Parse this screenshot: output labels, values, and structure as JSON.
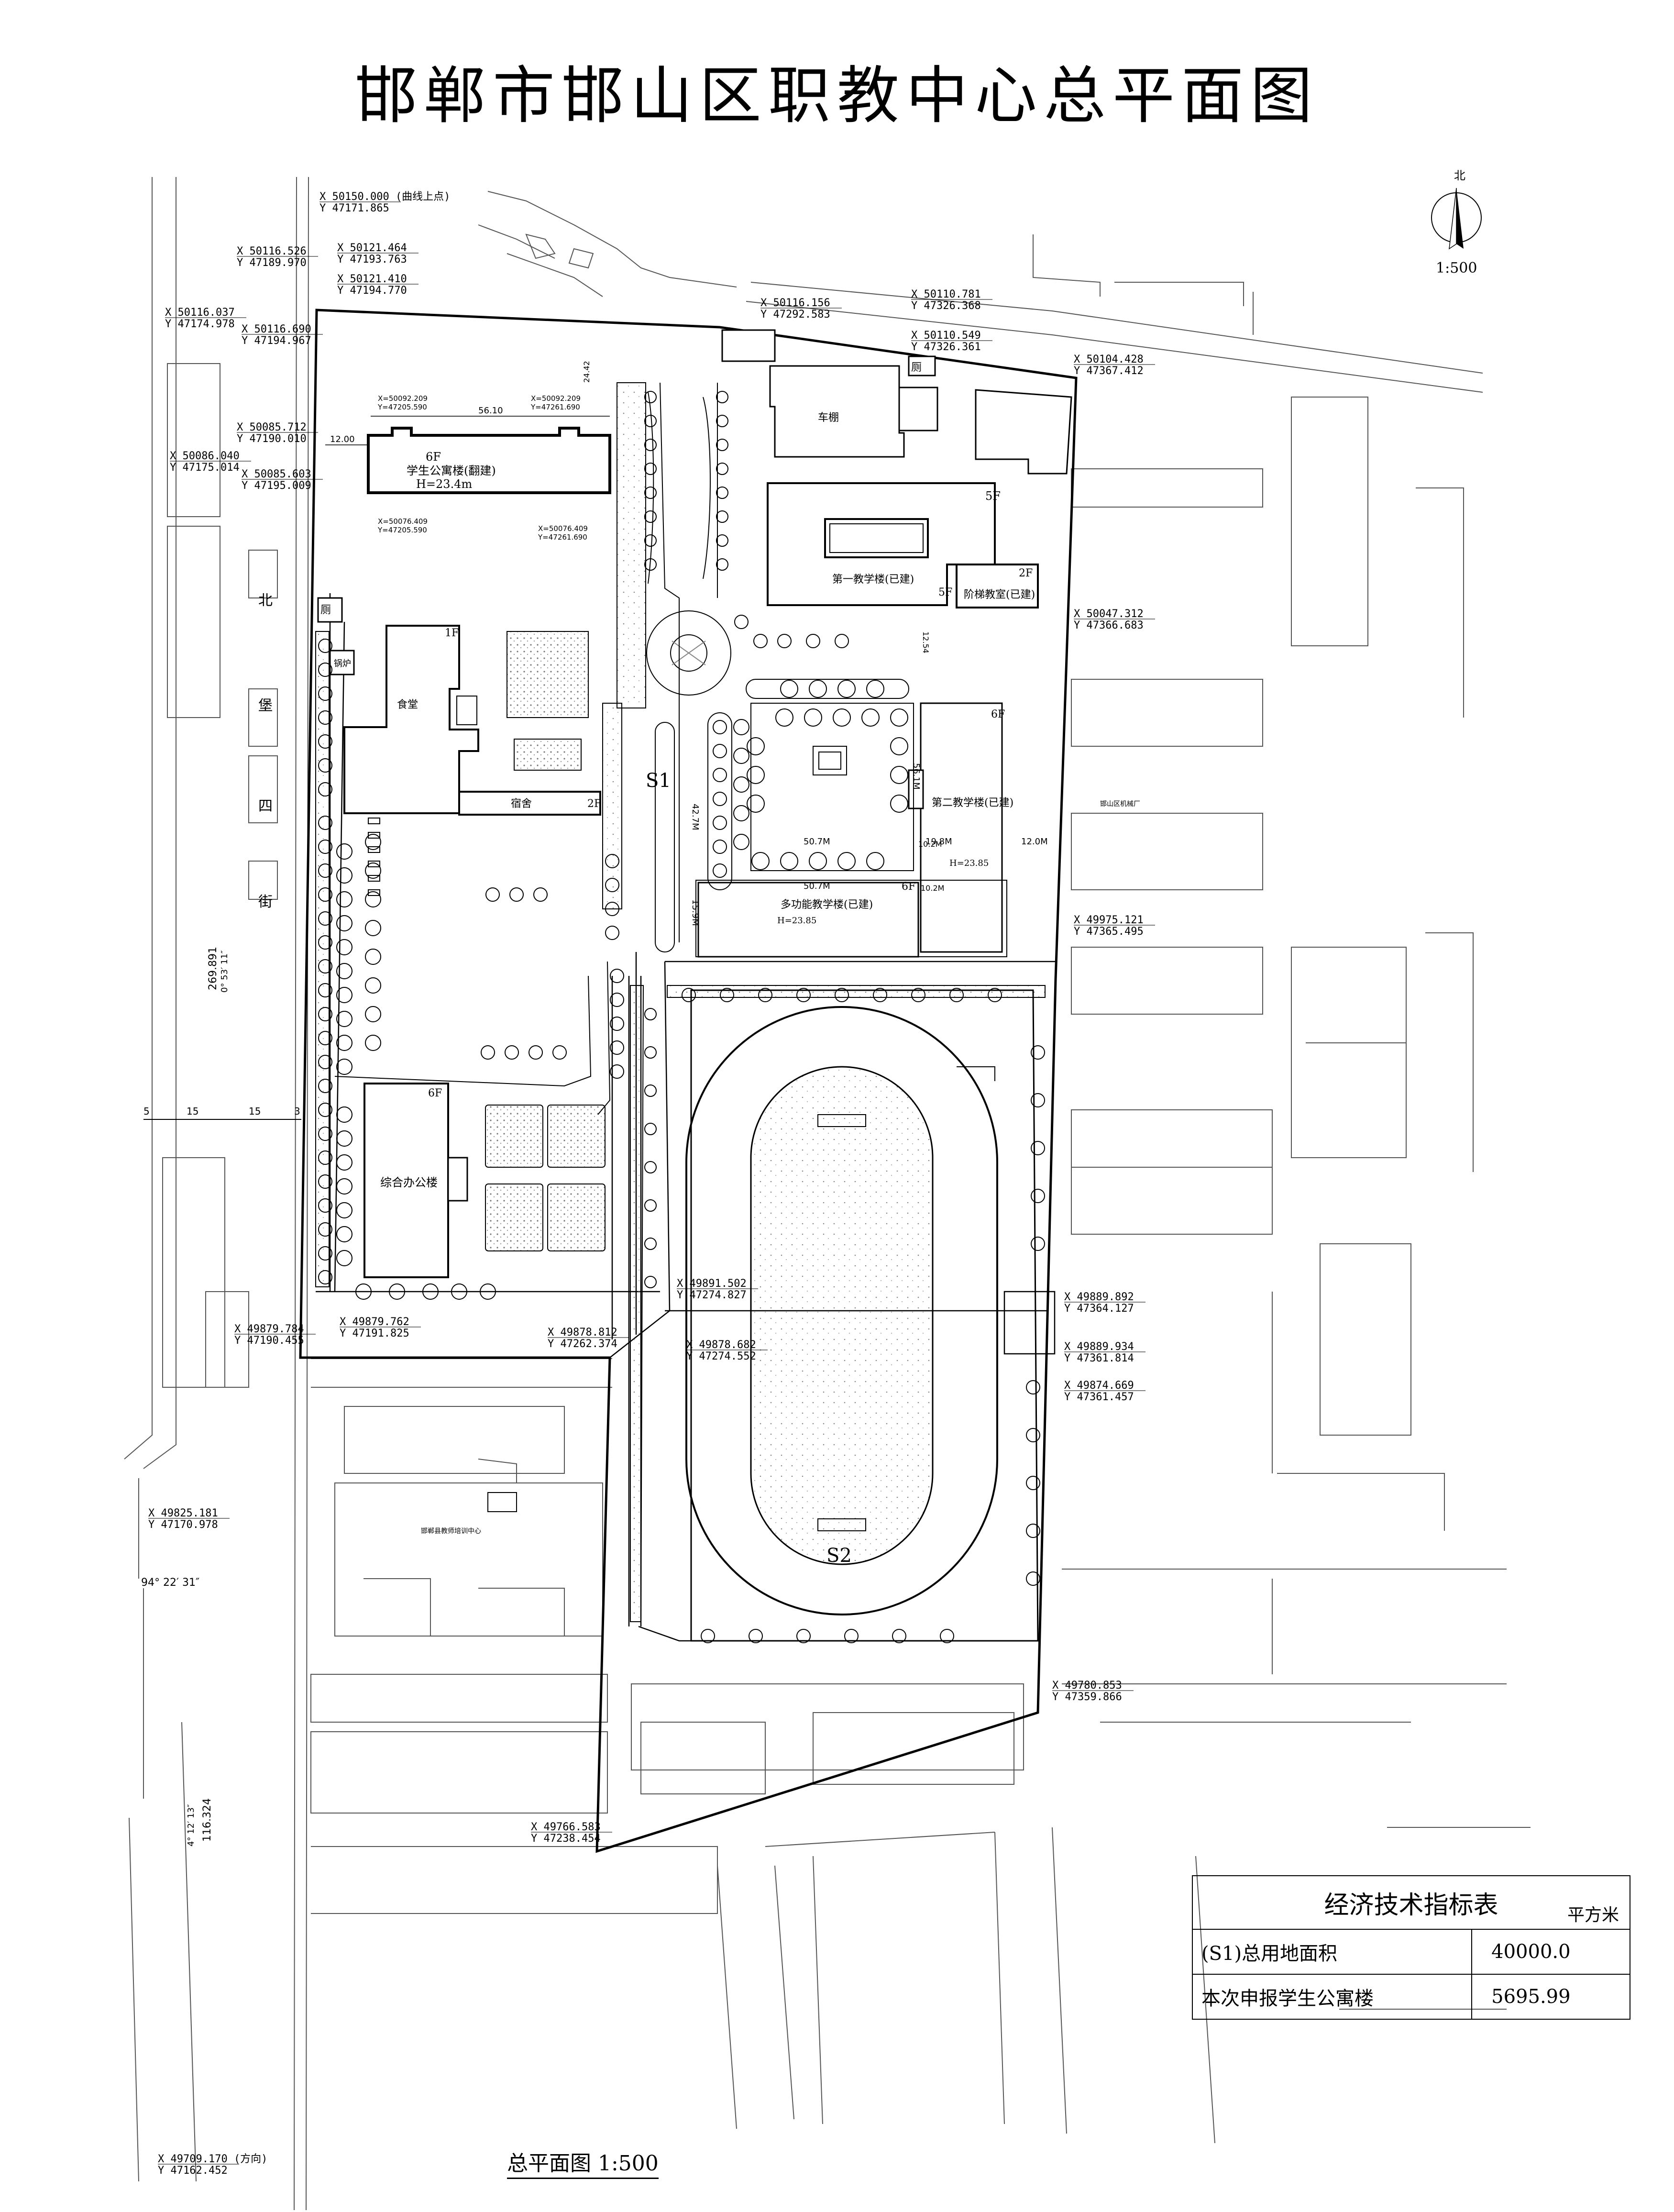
{
  "title": "邯郸市邯山区职教中心总平面图",
  "north": {
    "symbol": "北",
    "scale": "1:500"
  },
  "caption": "总平面图 1:500",
  "buildings": {
    "dorm": "学生公寓楼(翻建)",
    "dorm_floors": "6F",
    "dorm_height": "H=23.4m",
    "teaching1": "第一教学楼(已建)",
    "teaching1_floors": "5F",
    "lecture": "阶梯教室(已建)",
    "lecture_floors": "2F",
    "lecture_floors2": "5F",
    "teaching2": "第二教学楼(已建)",
    "teaching2_floors": "6F",
    "teaching2_height": "H=23.85",
    "multi": "多功能教学楼(已建)",
    "multi_floors": "6F",
    "multi_height": "H=23.85",
    "canteen": "食堂",
    "canteen_floors": "1F",
    "dormitory": "宿舍",
    "dormitory_floors": "2F",
    "office": "综合办公楼",
    "office_floors": "6F",
    "shed": "车棚",
    "toilet1": "厕",
    "toilet2": "厕",
    "boiler": "锅炉",
    "training_center": "邯郸县教师培训中心",
    "factory": "邯山区机械厂"
  },
  "areas": {
    "s1": "S1",
    "s2": "S2"
  },
  "street": [
    "北",
    "堡",
    "四",
    "街"
  ],
  "dims": {
    "d1": "56.10",
    "d2": "12.00",
    "d3": "24.42",
    "d4": "50.7M",
    "d5": "50.7M",
    "d6": "19.8M",
    "d7": "12.0M",
    "d8": "42.7M",
    "d9": "56.1M",
    "d10": "15.9M",
    "d11": "10.2M",
    "d12": "10.2M",
    "d13": "12.54",
    "d14": "269.891",
    "d15": "116.324"
  },
  "angles": {
    "a1": "0° 53′ 11″",
    "a2": "94° 22′ 31″",
    "a3": "4° 12′ 13″"
  },
  "coords": [
    {
      "x": "X 50150.000",
      "y": "Y 47171.865",
      "note": "(曲线上点)"
    },
    {
      "x": "X 50121.464",
      "y": "Y 47193.763"
    },
    {
      "x": "X 50121.410",
      "y": "Y 47194.770"
    },
    {
      "x": "X 50116.526",
      "y": "Y 47189.970"
    },
    {
      "x": "X 50116.037",
      "y": "Y 47174.978"
    },
    {
      "x": "X 50116.690",
      "y": "Y 47194.967"
    },
    {
      "x": "X 50085.712",
      "y": "Y 47190.010"
    },
    {
      "x": "X 50086.040",
      "y": "Y 47175.014"
    },
    {
      "x": "X 50085.603",
      "y": "Y 47195.009"
    },
    {
      "x": "X 50116.156",
      "y": "Y 47292.583"
    },
    {
      "x": "X 50110.781",
      "y": "Y 47326.368"
    },
    {
      "x": "X 50110.549",
      "y": "Y 47326.361"
    },
    {
      "x": "X 50104.428",
      "y": "Y 47367.412"
    },
    {
      "x": "X 50047.312",
      "y": "Y 47366.683"
    },
    {
      "x": "X 49975.121",
      "y": "Y 47365.495"
    },
    {
      "x": "X 49891.502",
      "y": "Y 47274.827"
    },
    {
      "x": "X 49878.682",
      "y": "Y 47274.552"
    },
    {
      "x": "X 49889.892",
      "y": "Y 47364.127"
    },
    {
      "x": "X 49889.934",
      "y": "Y 47361.814"
    },
    {
      "x": "X 49874.669",
      "y": "Y 47361.457"
    },
    {
      "x": "X 49879.784",
      "y": "Y 47190.455"
    },
    {
      "x": "X 49879.762",
      "y": "Y 47191.825"
    },
    {
      "x": "X 49878.812",
      "y": "Y 47262.374"
    },
    {
      "x": "X 49825.181",
      "y": "Y 47170.978"
    },
    {
      "x": "X 49780.853",
      "y": "Y 47359.866"
    },
    {
      "x": "X 49766.583",
      "y": "Y 47238.454"
    },
    {
      "x": "X 49709.170",
      "y": "Y 47162.452",
      "note": "(方向)"
    }
  ],
  "dorm_coords": {
    "c1": "X=50092.209",
    "c1y": "Y=47205.590",
    "c2": "X=50092.209",
    "c2y": "Y=47261.690",
    "c3": "X=50076.409",
    "c3y": "Y=47205.590",
    "c4": "X=50076.409",
    "c4y": "Y=47261.690"
  },
  "table": {
    "title": "经济技术指标表",
    "unit": "平方米",
    "rows": [
      {
        "label": "(S1)总用地面积",
        "value": "40000.0"
      },
      {
        "label": "本次申报学生公寓楼",
        "value": "5695.99"
      }
    ]
  }
}
